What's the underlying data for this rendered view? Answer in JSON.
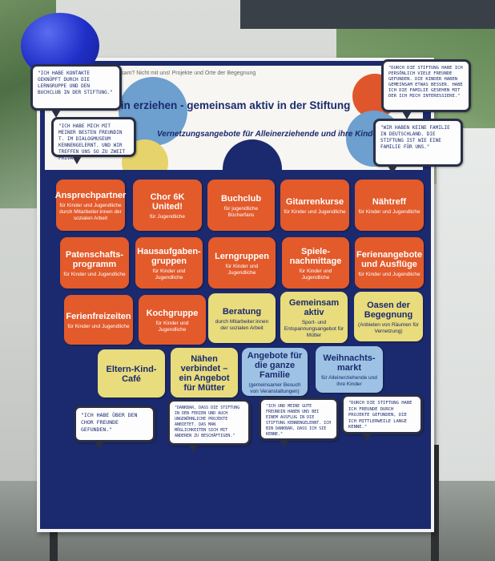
{
  "header": {
    "tagline": "...einsam? Nicht mit uns! Projekte und Orte der Begegnung",
    "title": "Allein erziehen  -  gemeinsam aktiv in der Stiftung",
    "subtitle": "Vernetzungsangebote für   Alleinerziehende und ihre Kinder"
  },
  "cards": [
    {
      "title": "Ansprechpartner",
      "sub": "für Kinder und Jugendliche durch Mitarbeiter:innen der sozialen Arbeit",
      "color": "#e35a2b"
    },
    {
      "title": "Chor 6K United!",
      "sub": "für Jugendliche",
      "color": "#e35a2b"
    },
    {
      "title": "Buchclub",
      "sub": "für jugendliche Bücherfans",
      "color": "#e35a2b"
    },
    {
      "title": "Gitarrenkurse",
      "sub": "für Kinder und Jugendliche",
      "color": "#e35a2b"
    },
    {
      "title": "Nähtreff",
      "sub": "für Kinder und Jugendliche",
      "color": "#e35a2b"
    },
    {
      "title": "Patenschafts-programm",
      "sub": "für Kinder und Jugendliche",
      "color": "#e35a2b"
    },
    {
      "title": "Hausaufgaben-gruppen",
      "sub": "für Kinder und Jugendliche",
      "color": "#e35a2b"
    },
    {
      "title": "Lerngruppen",
      "sub": "für Kinder und Jugendliche",
      "color": "#e35a2b"
    },
    {
      "title": "Spiele-nachmittage",
      "sub": "für Kinder und Jugendliche",
      "color": "#e35a2b"
    },
    {
      "title": "Ferienangebote und Ausflüge",
      "sub": "für Kinder und Jugendliche",
      "color": "#e35a2b"
    },
    {
      "title": "Ferienfreizeiten",
      "sub": "für Kinder und Jugendliche",
      "color": "#e35a2b"
    },
    {
      "title": "Kochgruppe",
      "sub": "für Kinder und Jugendliche",
      "color": "#e35a2b"
    },
    {
      "title": "Beratung",
      "sub": "durch Mitarbeiter:innen der sozialen Arbeit",
      "color": "#e8dc7c"
    },
    {
      "title": "Gemeinsam aktiv",
      "sub": "Sport- und Entspannungsangebot für Mütter",
      "color": "#e8dc7c"
    },
    {
      "title": "Oasen der Begegnung",
      "sub": "(Anbieten von Räumen für Vernetzung)",
      "color": "#e8dc7c"
    },
    {
      "title": "Eltern-Kind-Café",
      "sub": "",
      "color": "#e8dc7c"
    },
    {
      "title": "Nähen verbindet – ein Angebot für Mütter",
      "sub": "",
      "color": "#e8dc7c"
    },
    {
      "title": "Angebote für die ganze Familie",
      "sub": "(gemeinsamer Besuch von Veranstaltungen)",
      "color": "#9dc2e4"
    },
    {
      "title": "Weihnachts-markt",
      "sub": "für Alleinerziehende und ihre Kinder",
      "color": "#9dc2e4"
    }
  ],
  "bubbles": [
    "\"Ich habe Kontakte geknüpft durch die Lerngruppe und den Buchclub in der Stiftung.\"",
    "\"Ich habe mich mit meiner besten Freundin T. im Dialogmuseum kennengelernt. Und wir treffen uns so zu zweit privat.\"",
    "\"Durch die Stiftung habe ich persönlich viele Freunde gefunden. Die Kinder haben gemeinsam etwas besser. Habe ich die Familie gesehen mit der ich mich interessiere.\"",
    "\"Wir haben keine Familie in Deutschland. Die Stiftung ist wie eine Familie für uns.\"",
    "\"Ich habe über den Chor Freunde gefunden.\"",
    "\"Dankbar, dass die Stiftung in den Ferien und auch ungewöhnliche Projekte anbietet. Das man Möglichkeiten sich mit anderen zu beschäftigen.\"",
    "\"Ich und meine gute Freundin haben uns bei einem Ausflug in die Stiftung kennengelernt. Ich bin dankbar, dass ich sie kenne.\"",
    "\"Durch die Stiftung habe ich Freunde durch Projekte gefunden, die ich mittlerweile lange kenne.\""
  ]
}
